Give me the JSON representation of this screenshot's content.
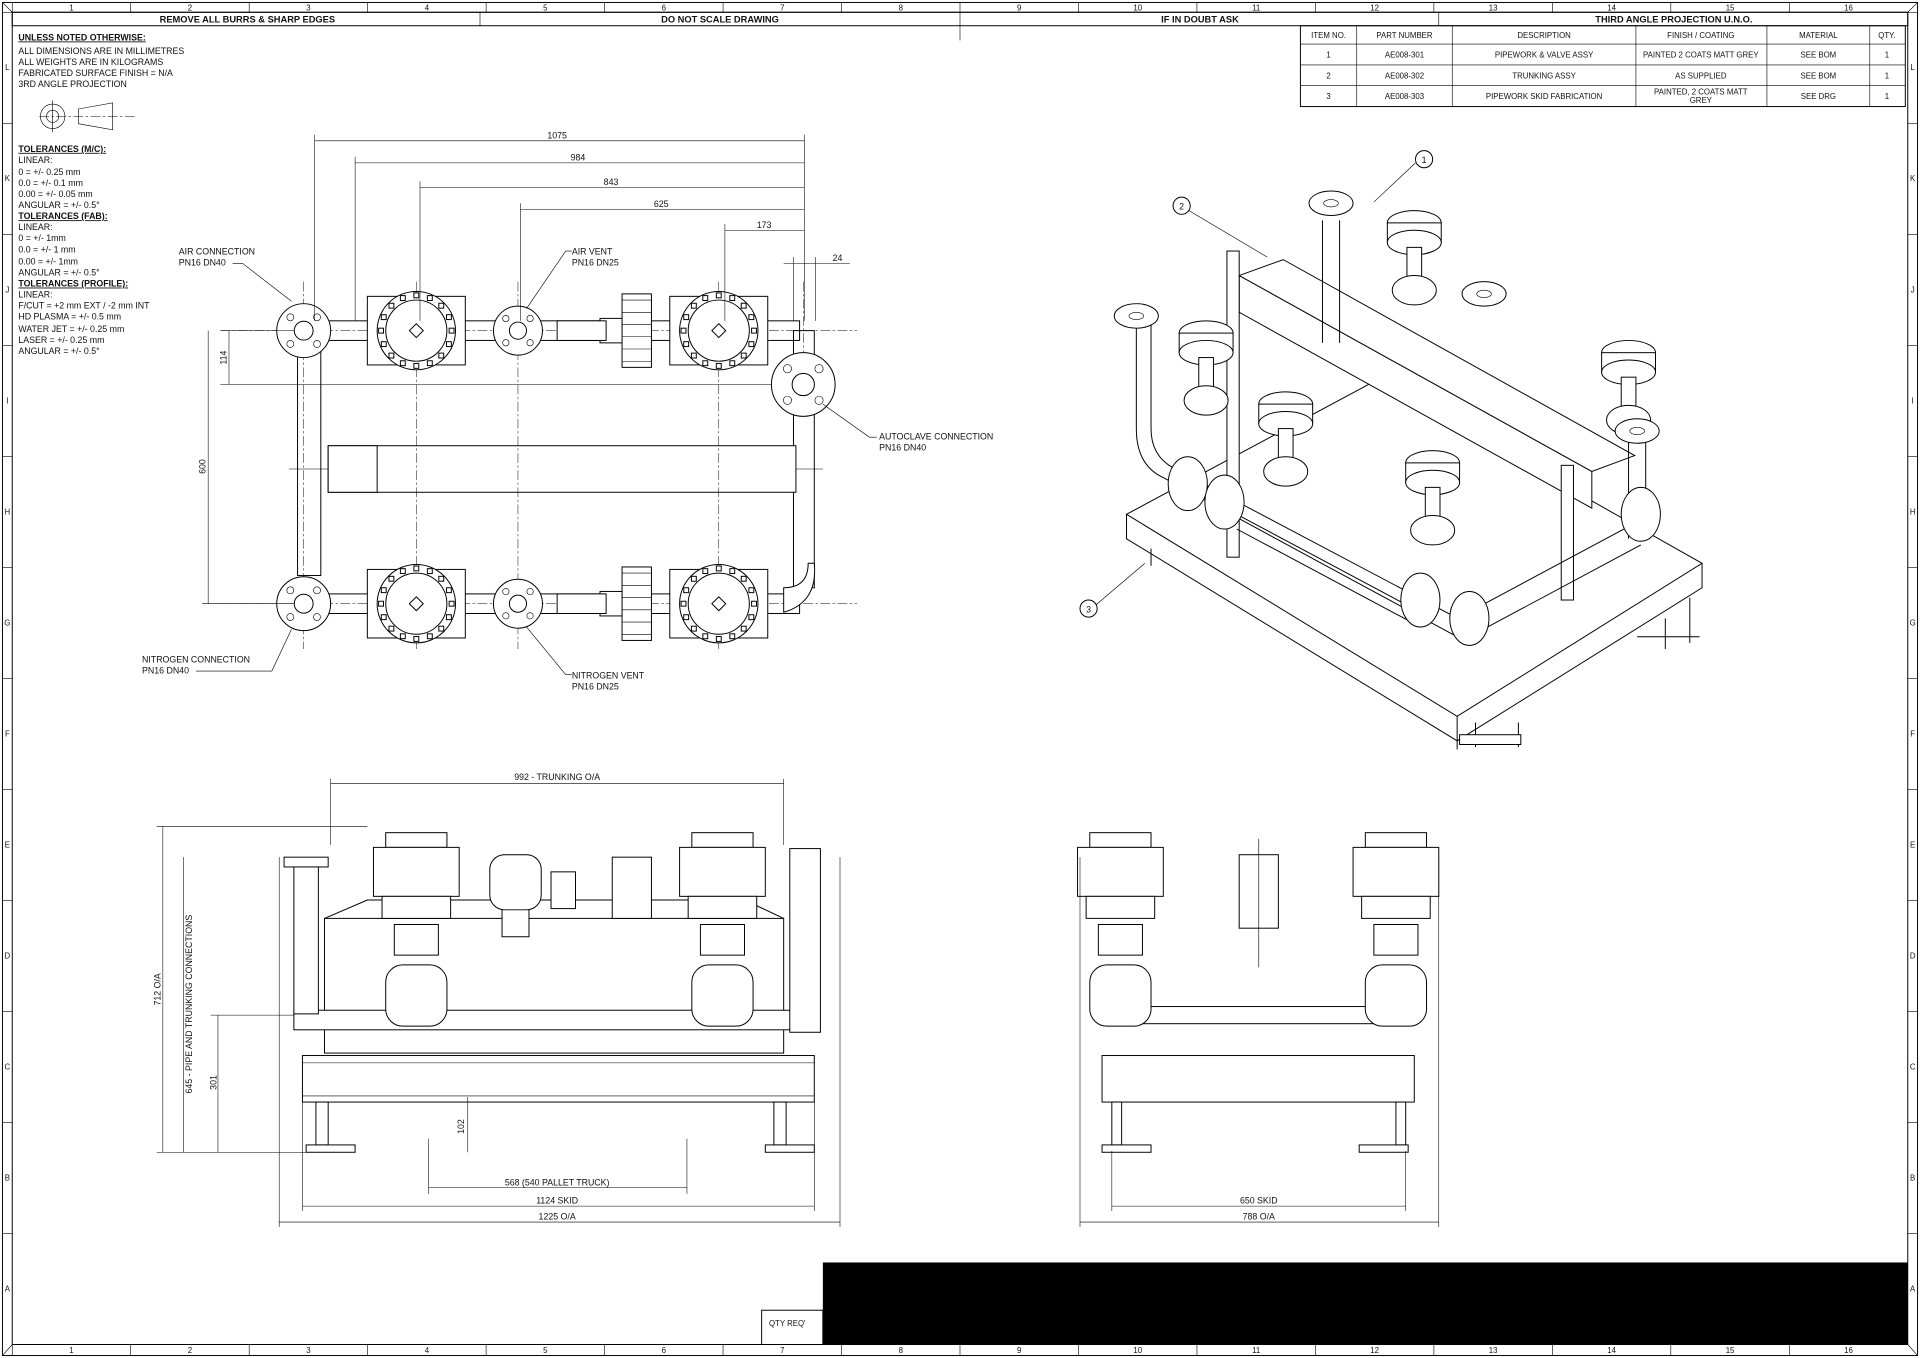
{
  "border": {
    "columns": [
      "1",
      "2",
      "3",
      "4",
      "5",
      "6",
      "7",
      "8",
      "9",
      "10",
      "11",
      "12",
      "13",
      "14",
      "15",
      "16"
    ],
    "rows": [
      "L",
      "K",
      "J",
      "I",
      "H",
      "G",
      "F",
      "E",
      "D",
      "C",
      "B",
      "A"
    ]
  },
  "header": {
    "notes": [
      "REMOVE ALL BURRS & SHARP EDGES",
      "DO NOT SCALE DRAWING",
      "IF IN DOUBT ASK",
      "THIRD ANGLE PROJECTION U.N.O."
    ]
  },
  "general_notes": {
    "title": "UNLESS NOTED OTHERWISE:",
    "lines": [
      "ALL DIMENSIONS ARE IN MILLIMETRES",
      "ALL WEIGHTS ARE IN KILOGRAMS",
      "FABRICATED SURFACE FINISH = N/A",
      "3RD ANGLE PROJECTION"
    ],
    "tol_mc_title": "TOLERANCES (M/C):",
    "tol_mc": [
      "LINEAR:",
      "0 = +/- 0.25 mm",
      "0.0 = +/- 0.1 mm",
      "0.00 = +/- 0.05 mm",
      "ANGULAR = +/- 0.5°"
    ],
    "tol_fab_title": "TOLERANCES (FAB):",
    "tol_fab": [
      "LINEAR:",
      "0 = +/- 1mm",
      "0.0 = +/- 1 mm",
      "0.00 = +/- 1mm",
      "ANGULAR = +/- 0.5°"
    ],
    "tol_profile_title": "TOLERANCES (PROFILE):",
    "tol_profile": [
      "LINEAR:",
      "F/CUT = +2 mm EXT / -2 mm INT",
      "HD PLASMA = +/- 0.5 mm",
      "WATER JET = +/- 0.25 mm",
      "LASER = +/- 0.25 mm",
      "ANGULAR = +/- 0.5°"
    ]
  },
  "bom": {
    "headers": [
      "ITEM NO.",
      "PART NUMBER",
      "DESCRIPTION",
      "FINISH / COATING",
      "MATERIAL",
      "QTY."
    ],
    "rows": [
      [
        "1",
        "AE008-301",
        "PIPEWORK & VALVE ASSY",
        "PAINTED 2 COATS MATT GREY",
        "SEE BOM",
        "1"
      ],
      [
        "2",
        "AE008-302",
        "TRUNKING ASSY",
        "AS SUPPLIED",
        "SEE BOM",
        "1"
      ],
      [
        "3",
        "AE008-303",
        "PIPEWORK SKID FABRICATION",
        "PAINTED, 2 COATS MATT",
        "SEE DRG",
        "1"
      ]
    ],
    "row3_finish_line2": "GREY"
  },
  "plan_view": {
    "dims": [
      "1075",
      "984",
      "843",
      "625",
      "173",
      "24",
      "114",
      "600"
    ],
    "callouts": {
      "air_connection": [
        "AIR CONNECTION",
        "PN16 DN40"
      ],
      "air_vent": [
        "AIR VENT",
        "PN16 DN25"
      ],
      "autoclave_connection": [
        "AUTOCLAVE CONNECTION",
        "PN16 DN40"
      ],
      "nitrogen_connection": [
        "NITROGEN CONNECTION",
        "PN16 DN40"
      ],
      "nitrogen_vent": [
        "NITROGEN VENT",
        "PN16 DN25"
      ]
    }
  },
  "iso_view": {
    "balloons": [
      "1",
      "2",
      "3"
    ]
  },
  "front_view": {
    "dims": [
      "992 - TRUNKING O/A",
      "712 O/A",
      "645 - PIPE AND TRUNKING CONNECTIONS",
      "301",
      "102",
      "568 (540 PALLET TRUCK)",
      "1124 SKID",
      "1225 O/A"
    ]
  },
  "side_view": {
    "dims": [
      "650 SKID",
      "788 O/A"
    ]
  },
  "title_block": {
    "qty_label": "QTY REQ'"
  }
}
